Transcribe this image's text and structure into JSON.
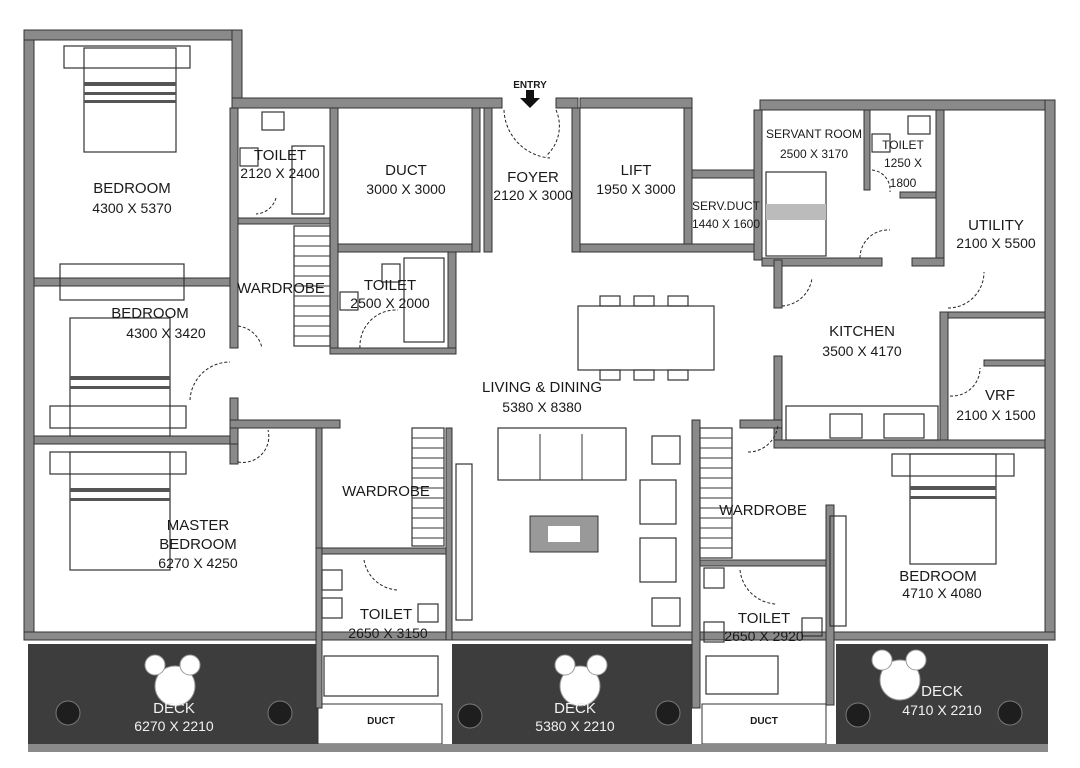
{
  "entry": "ENTRY",
  "rooms": {
    "bedroom_top": {
      "name": "BEDROOM",
      "dim": "4300 X 5370"
    },
    "toilet_a": {
      "name": "TOILET",
      "dim": "2120 X 2400"
    },
    "duct_main": {
      "name": "DUCT",
      "dim": "3000 X 3000"
    },
    "foyer": {
      "name": "FOYER",
      "dim": "2120 X 3000"
    },
    "lift": {
      "name": "LIFT",
      "dim": "1950 X 3000"
    },
    "serv_duct": {
      "name": "SERV.DUCT",
      "dim": "1440 X 1600"
    },
    "servant_room": {
      "name": "SERVANT ROOM",
      "dim": "2500 X 3170"
    },
    "toilet_servant": {
      "name": "TOILET",
      "dim": "1250 X",
      "dim2": "1800"
    },
    "utility": {
      "name": "UTILITY",
      "dim": "2100 X 5500"
    },
    "bedroom_mid": {
      "name": "BEDROOM",
      "dim": "4300 X 3420"
    },
    "wardrobe_a": {
      "name": "WARDROBE"
    },
    "toilet_b": {
      "name": "TOILET",
      "dim": "2500 X 2000"
    },
    "kitchen": {
      "name": "KITCHEN",
      "dim": "3500 X 4170"
    },
    "living": {
      "name": "LIVING & DINING",
      "dim": "5380 X 8380"
    },
    "vrf": {
      "name": "VRF",
      "dim": "2100 X 1500"
    },
    "master": {
      "name": "MASTER",
      "name2": "BEDROOM",
      "dim": "6270 X 4250"
    },
    "wardrobe_b": {
      "name": "WARDROBE"
    },
    "wardrobe_c": {
      "name": "WARDROBE"
    },
    "bedroom_right": {
      "name": "BEDROOM",
      "dim": "4710 X 4080"
    },
    "toilet_c": {
      "name": "TOILET",
      "dim": "2650 X 3150"
    },
    "toilet_d": {
      "name": "TOILET",
      "dim": "2650 X 2920"
    },
    "deck_left": {
      "name": "DECK",
      "dim": "6270 X 2210"
    },
    "deck_mid": {
      "name": "DECK",
      "dim": "5380 X 2210"
    },
    "deck_right": {
      "name": "DECK",
      "dim": "4710 X 2210"
    },
    "duct_bottom_left": {
      "name": "DUCT"
    },
    "duct_bottom_right": {
      "name": "DUCT"
    }
  },
  "colors": {
    "deck": "#3d3d3d",
    "wall": "#8a8a8a",
    "line": "#333333"
  }
}
